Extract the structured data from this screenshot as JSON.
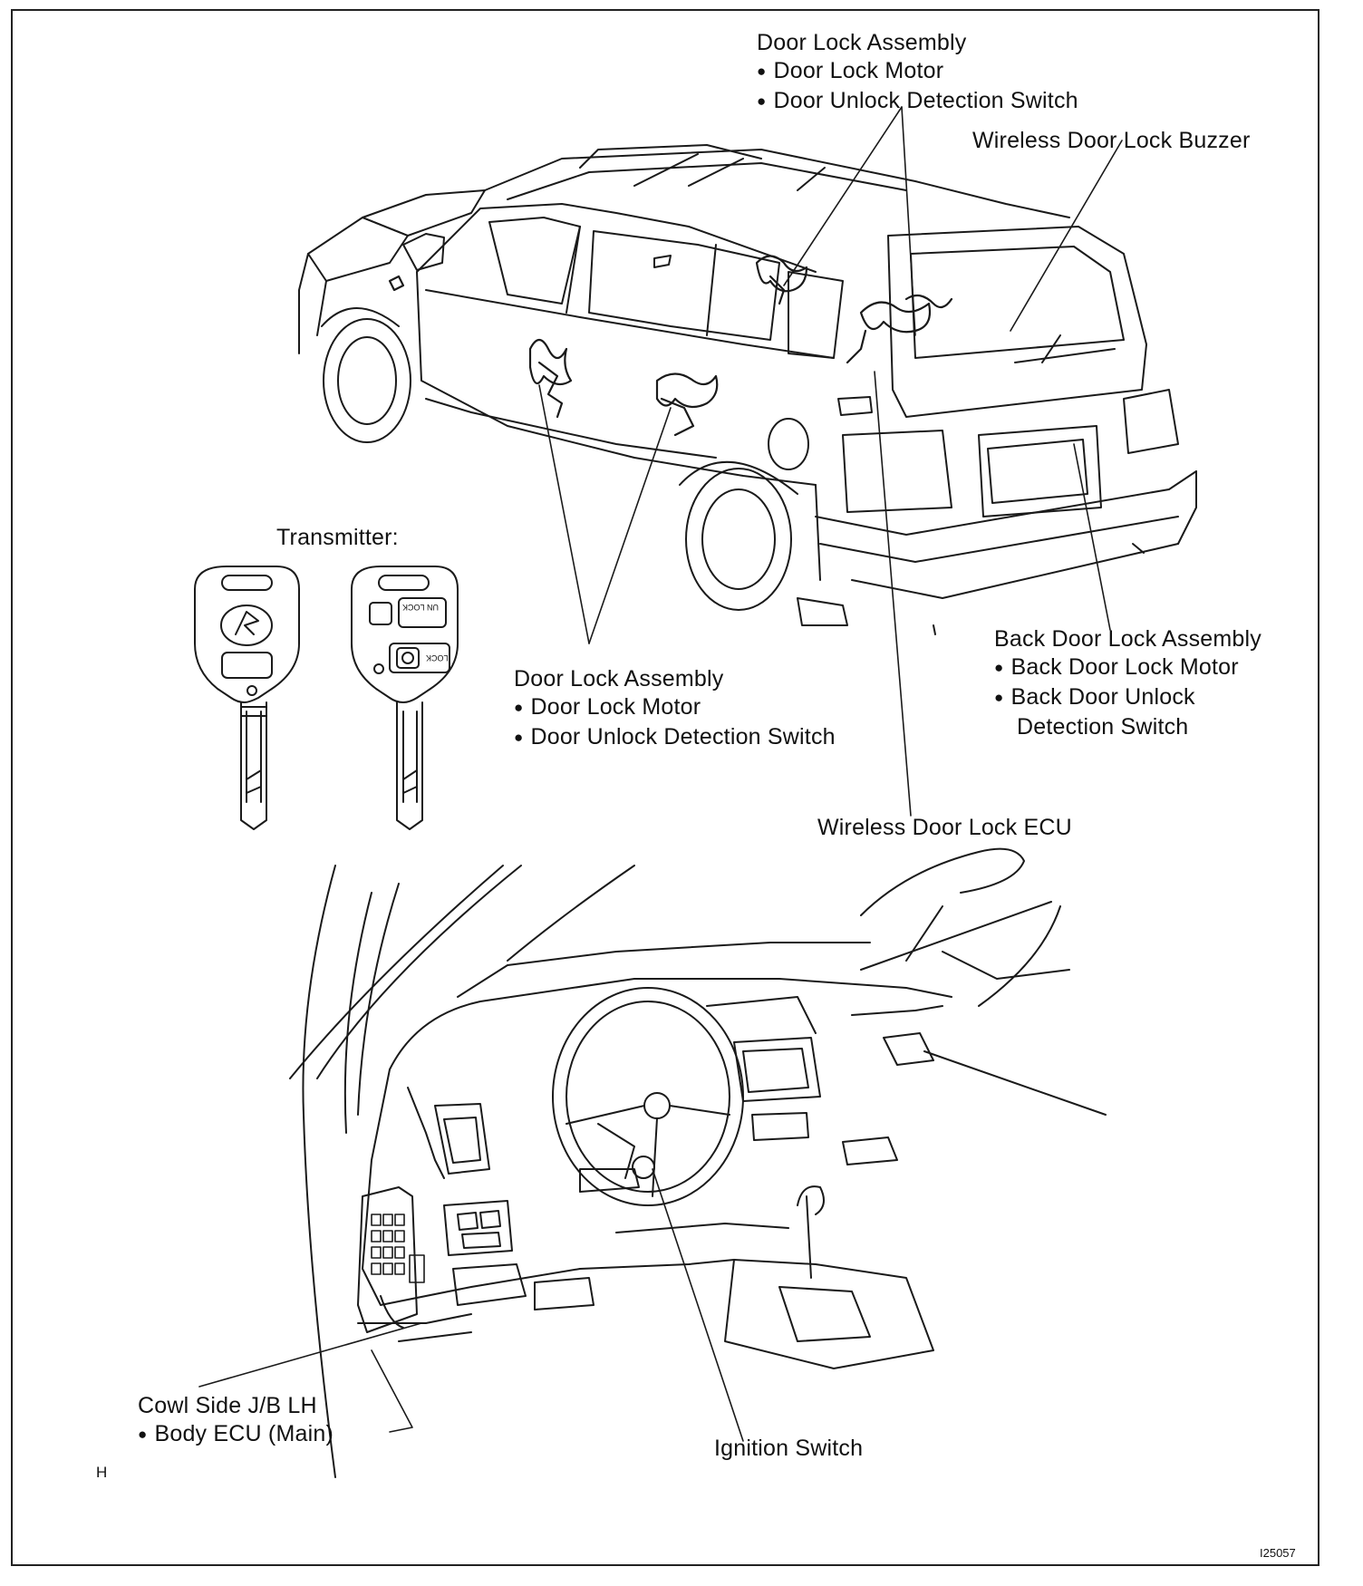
{
  "labels": {
    "door_lock_top": {
      "title": "Door Lock Assembly",
      "items": [
        "Door Lock Motor",
        "Door Unlock Detection Switch"
      ]
    },
    "buzzer": "Wireless Door Lock Buzzer",
    "transmitter": "Transmitter:",
    "door_lock_bottom": {
      "title": "Door Lock Assembly",
      "items": [
        "Door Lock Motor",
        "Door Unlock Detection Switch"
      ]
    },
    "back_door": {
      "title": "Back Door Lock Assembly",
      "item1": "Back Door Lock Motor",
      "item2_line1": "Back Door Unlock",
      "item2_line2": "Detection Switch"
    },
    "ecu": "Wireless Door Lock ECU",
    "cowl": {
      "title": "Cowl Side J/B LH",
      "item": "Body ECU (Main)"
    },
    "ignition": "Ignition Switch"
  },
  "key_buttons": {
    "unlock": "UN LOCK",
    "lock": "LOCK"
  },
  "corner_mark": "H",
  "figure_id": "I25057"
}
